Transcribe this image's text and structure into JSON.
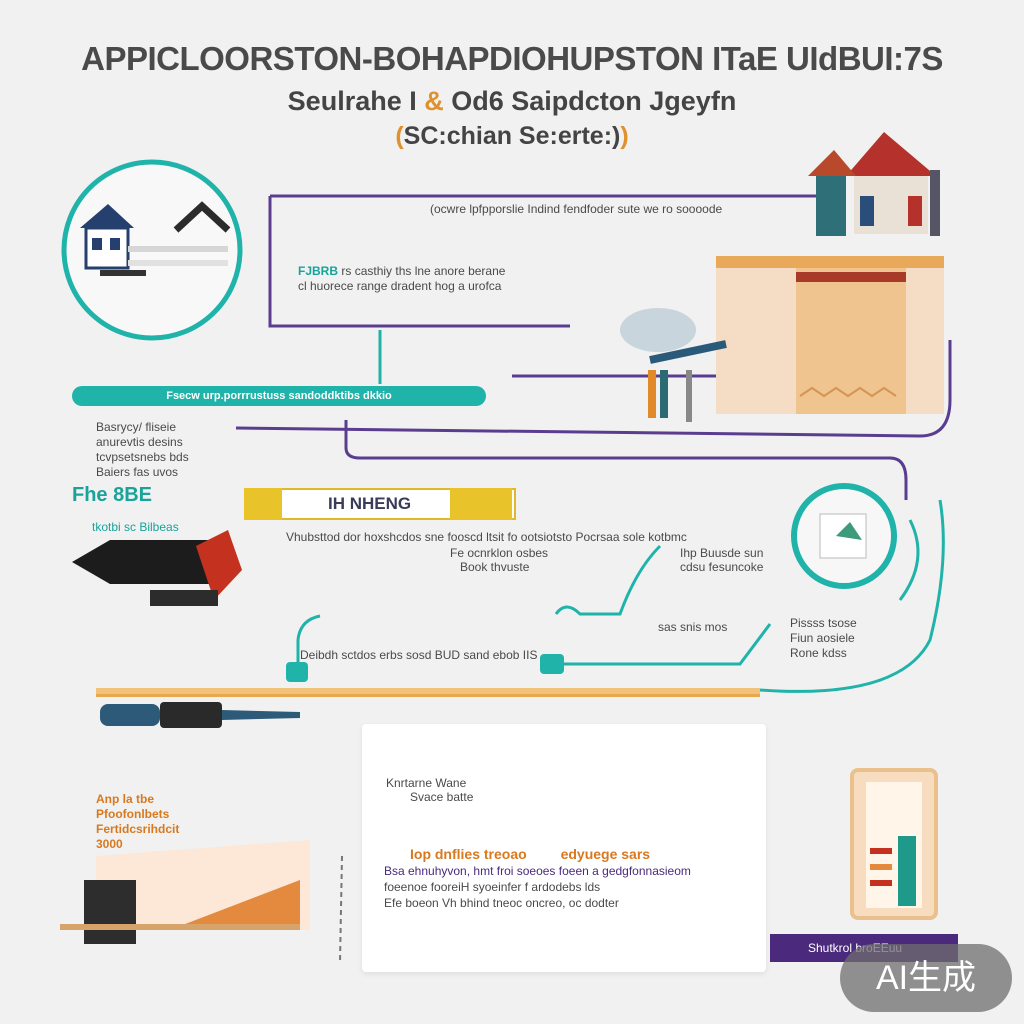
{
  "title": "APPICLOORSTON-BOHAPDIOHUPSTON ITaE UIdBUI:7S",
  "subtitle_a": "Seulrahe I",
  "subtitle_mark": "&",
  "subtitle_b": "Od6 Saipdcton Jgeyfn",
  "subtitle2_mark": "(",
  "subtitle2_text": "SC:chian Se:erte:)",
  "top_connector_text": "(ocwre lpfpporslie Indind fendfoder sute we ro soooode",
  "box1_line1_highlight": "FJBRB",
  "box1_line1": "rs casthiy ths lne anore berane",
  "box1_line2": "cl huorece range dradent hog a urofca",
  "teal_bar_label": "Fsecw urp.porrrustuss sandoddktibs dkkio",
  "left_note": [
    "Basrycy/ fliseie",
    "anurevtis desins",
    "tcvpsetsnebs bds",
    "Baiers fas uvos"
  ],
  "left_teal_heading": "Fhe 8BE",
  "left_teal_note": "tkotbi sc Bilbeas",
  "band_text": "IH NHENG",
  "mid_row_text": "Vhubsttod dor hoxshcdos sne fooscd ltsit  fo ootsiotsto  Pocrsaa sole kotbmc",
  "mid_row_text2": "Fe ocnrklon osbes",
  "mid_row_text3": "Book thvuste",
  "mid_right_text": "Ihp Buusde sun",
  "mid_right_text2": "cdsu fesuncoke",
  "lower_left_text": "Deibdh sctdos erbs sosd   BUD sand  ebob IIS",
  "lower_right_text1": "sas snis mos",
  "lower_right_text2": "Pissss tsose",
  "lower_right_text3": "Fiun aosiele",
  "lower_right_text4": "Rone kdss",
  "card_text1": "Knrtarne Wane",
  "card_text2": "Svace batte",
  "card_heading_a": "Iop dnflies",
  "card_heading_b": "treoao",
  "card_heading_c": "edyuege sars",
  "card_line1": "Bsa ehnuhyvon, hmt froi soeoes foeen a gedgfonnasieom",
  "card_line2": "foeenoe  fooreiH syoeinfer f ardodebs lds",
  "card_line3": "Efe boeon   Vh bhind tneoc oncreo, oc dodter",
  "bottom_left_orange": [
    "Anp la tbe",
    "Pfoofonlbets",
    "Fertidcsrihdcit",
    "3000"
  ],
  "label_tag": "Shutkrol broEEuu",
  "ai_badge": "AI生成",
  "colors": {
    "teal": "#1fb3aa",
    "purple": "#4b2a7d",
    "orange": "#e0912e",
    "yellow": "#e8c42a",
    "red": "#b5312b"
  }
}
